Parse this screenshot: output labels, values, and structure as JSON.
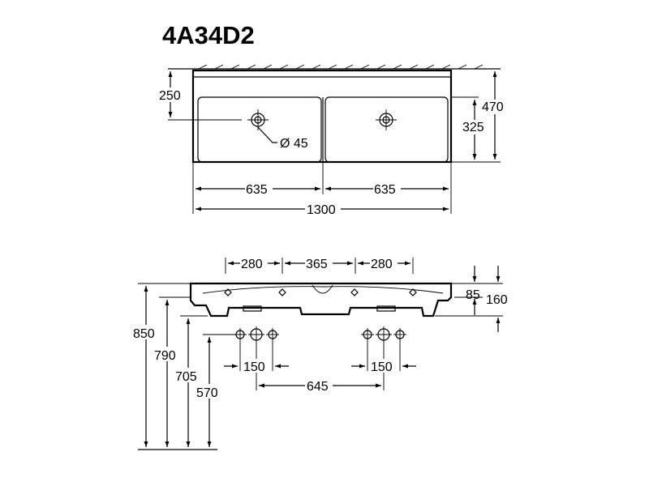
{
  "model": "4A34D2",
  "top_view": {
    "bowl_offset": "250",
    "depth_total": "470",
    "bowl_depth": "325",
    "tap_hole": "Ø 45",
    "bowl_width_left": "635",
    "bowl_width_right": "635",
    "total_width": "1300"
  },
  "front_view": {
    "spacing_left": "280",
    "spacing_mid": "365",
    "spacing_right": "280",
    "rim_height": "85",
    "total_height": "160",
    "height_850": "850",
    "height_790": "790",
    "height_705": "705",
    "height_570": "570",
    "tap_spacing_left": "150",
    "tap_spacing_right": "150",
    "tap_center_distance": "645"
  }
}
